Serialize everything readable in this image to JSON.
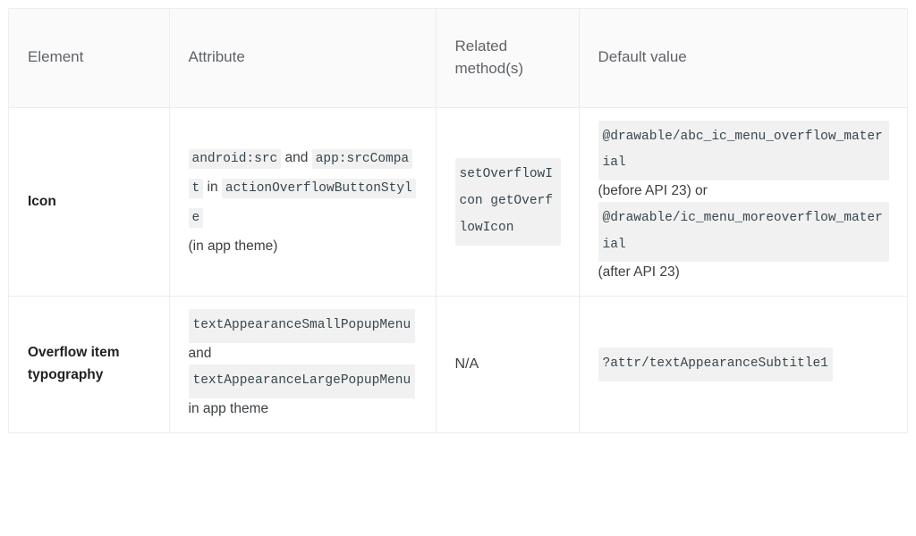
{
  "table": {
    "headers": [
      {
        "label": "Element"
      },
      {
        "label": "Attribute"
      },
      {
        "label": "Related method(s)"
      },
      {
        "label": "Default value"
      }
    ],
    "rows": [
      {
        "element": "Icon",
        "attribute": {
          "code1": "android:src",
          "text1": " and ",
          "code2": "app:srcCompat",
          "text2": " in ",
          "code3": "actionOverflowButtonStyle",
          "text3": "(in app theme)"
        },
        "methods": {
          "code": "setOverflowIcon getOverflowIcon"
        },
        "default": {
          "code1": "@drawable/abc_ic_menu_overflow_material",
          "text1": "(before API 23) or",
          "code2": "@drawable/ic_menu_moreoverflow_material",
          "text2": "(after API 23)"
        }
      },
      {
        "element": "Overflow item typography",
        "attribute": {
          "code1": "textAppearanceSmallPopupMenu",
          "text1": "and",
          "code2": "textAppearanceLargePopupMenu",
          "text2": "in app theme"
        },
        "methods": {
          "text": "N/A"
        },
        "default": {
          "code1": "?attr/textAppearanceSubtitle1"
        }
      }
    ]
  },
  "colors": {
    "header_bg": "#fafafa",
    "border": "#ececec",
    "code_bg": "#f1f1f1",
    "text": "#3c4043",
    "header_text": "#5f6368"
  }
}
